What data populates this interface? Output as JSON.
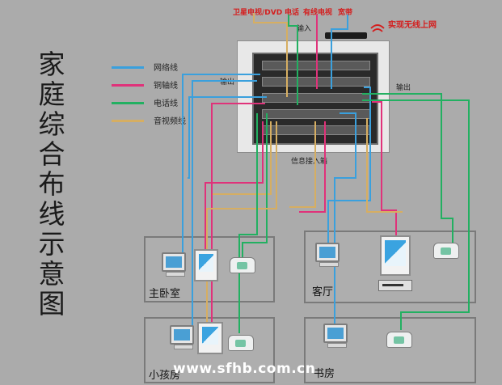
{
  "title": "家庭综合布线示意图",
  "legend": [
    {
      "label": "网络线",
      "color": "#3aa0dd"
    },
    {
      "label": "铜轴线",
      "color": "#e0327a"
    },
    {
      "label": "电话线",
      "color": "#22b061"
    },
    {
      "label": "音视频线",
      "color": "#d6ae62"
    }
  ],
  "top_inputs": {
    "sat_tv_dvd": "卫星电视/DVD",
    "phone": "电话",
    "cable_tv": "有线电视",
    "broadband": "宽带"
  },
  "wireless_label": "实现无线上网",
  "input_label": "输入",
  "output_left_label": "输出",
  "output_right_label": "输出",
  "cabinet_label": "信息接入箱",
  "rooms": {
    "master_bedroom": "主卧室",
    "living_room": "客厅",
    "kids_room": "小孩房",
    "study": "书房"
  },
  "watermark": "www.sfhb.com.cn",
  "colors": {
    "network": "#3aa0dd",
    "coax": "#e0327a",
    "phone": "#22b061",
    "av": "#d6ae62",
    "red_text": "#d41e1e"
  }
}
